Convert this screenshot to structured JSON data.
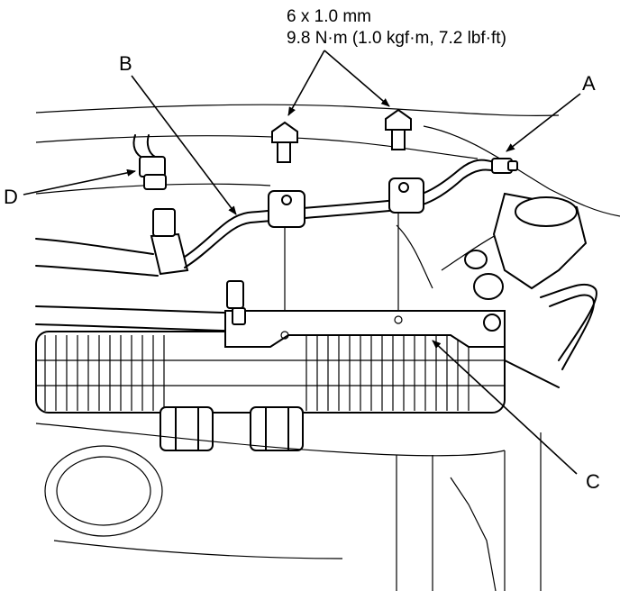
{
  "spec": {
    "bolt_size": "6 x 1.0 mm",
    "torque": "9.8 N·m (1.0 kgf·m, 7.2 lbf·ft)"
  },
  "callouts": {
    "a": "A",
    "b": "B",
    "c": "C",
    "d": "D"
  }
}
